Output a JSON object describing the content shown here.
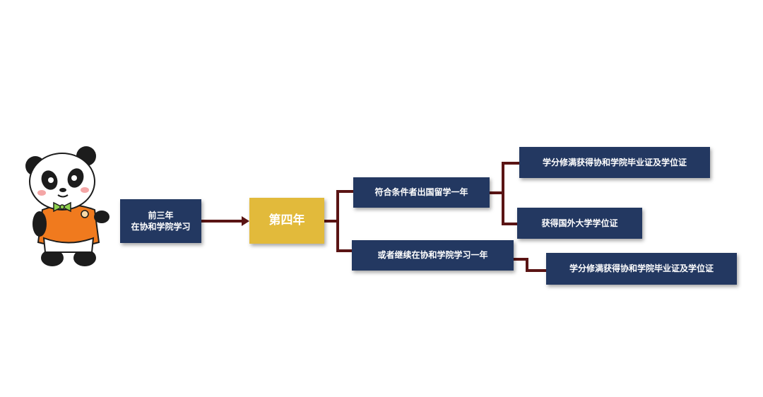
{
  "diagram": {
    "colors": {
      "box": "#233861",
      "highlight": "#e2ba3b",
      "connector": "#5a1414",
      "text": "#ffffff"
    },
    "nodes": {
      "first_three_years": [
        "前三年",
        "在协和学院学习"
      ],
      "fourth_year": "第四年",
      "study_abroad": "符合条件者出国留学一年",
      "continue_study": "或者继续在协和学院学习一年",
      "outcome_abroad_dual": "学分修满获得协和学院毕业证及学位证",
      "outcome_foreign_degree": "获得国外大学学位证",
      "outcome_continue": "学分修满获得协和学院毕业证及学位证"
    },
    "mascot": {
      "subject": "panda",
      "shirt_color": "#f07a1e",
      "bowtie_color": "#8fd14f"
    }
  }
}
